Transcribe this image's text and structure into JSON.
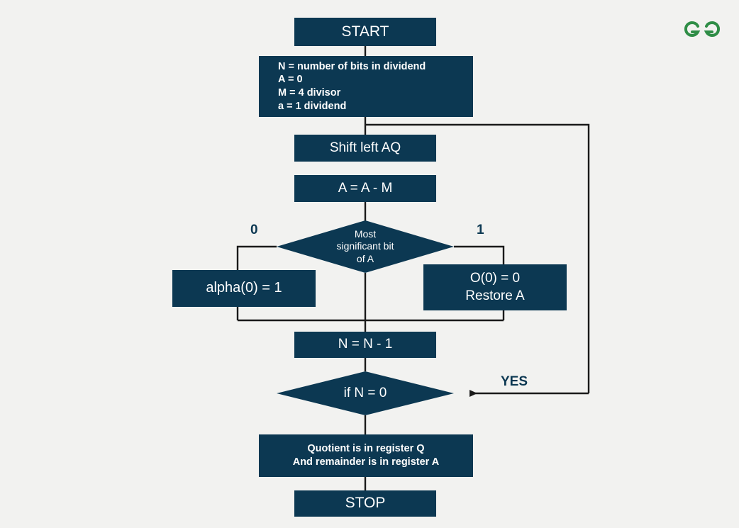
{
  "meta": {
    "title": "Restoring Division Algorithm Flowchart",
    "background_color": "#f2f2f0",
    "node_color": "#0c3852",
    "node_text_color": "#ffffff",
    "line_color": "#1a1a1a",
    "logo_color": "#2f8d46"
  },
  "logo": {
    "name": "geeksforgeeks-logo",
    "alt": "GeeksforGeeks"
  },
  "flowchart": {
    "type": "flowchart",
    "nodes": [
      {
        "id": "start",
        "shape": "rect",
        "label": "START"
      },
      {
        "id": "init",
        "shape": "rect",
        "label": "N = number of bits in dividend\nA = 0\nM = 4 divisor\na = 1 dividend"
      },
      {
        "id": "shift",
        "shape": "rect",
        "label": "Shift left AQ"
      },
      {
        "id": "subtract",
        "shape": "rect",
        "label": "A = A - M"
      },
      {
        "id": "msb",
        "shape": "diamond",
        "label": "Most\nsignificant bit\nof A"
      },
      {
        "id": "alpha",
        "shape": "rect",
        "label": "alpha(0) = 1"
      },
      {
        "id": "restore",
        "shape": "rect",
        "label": "O(0) = 0\nRestore A"
      },
      {
        "id": "decn",
        "shape": "rect",
        "label": "N = N - 1"
      },
      {
        "id": "ifn",
        "shape": "diamond",
        "label": "if N = 0"
      },
      {
        "id": "result",
        "shape": "rect",
        "label": "Quotient is in register Q\nAnd remainder is in register A"
      },
      {
        "id": "stop",
        "shape": "rect",
        "label": "STOP"
      }
    ],
    "edge_labels": [
      {
        "id": "branch-zero",
        "label": "0"
      },
      {
        "id": "branch-one",
        "label": "1"
      },
      {
        "id": "loop-yes",
        "label": "YES"
      }
    ]
  }
}
